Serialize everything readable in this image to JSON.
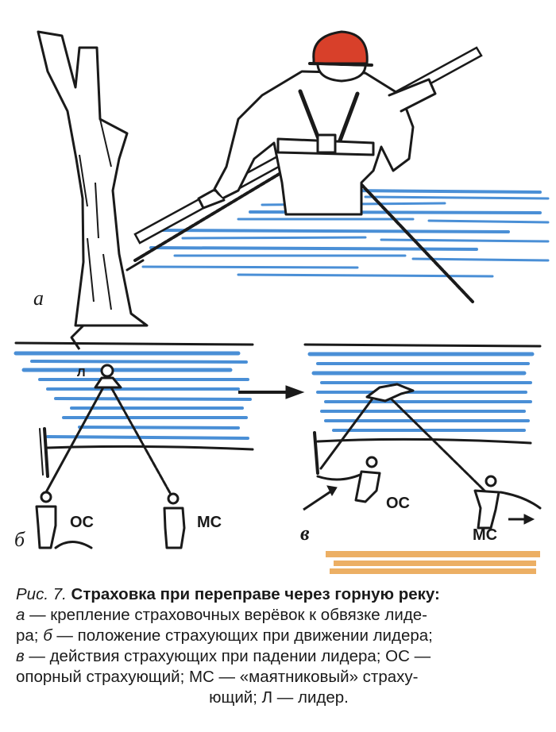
{
  "figure": {
    "labels": {
      "panel_a": "а",
      "panel_b": "б",
      "panel_v": "в",
      "leader": "Л",
      "os_b": "ОС",
      "ms_b": "МС",
      "os_v": "ОС",
      "ms_v": "МС"
    },
    "colors": {
      "water": "#4a8fd6",
      "sand": "#e9a24a",
      "helmet": "#d8402a",
      "ink": "#1a1a1a"
    }
  },
  "caption": {
    "fig_num": "Рис. 7.",
    "title": "Страховка при переправе через горную реку:",
    "l1_letter": "а",
    "l1_text": " — крепление страховочных верёвок к обвязке лиде-",
    "l2_text_a": "ра; ",
    "l2_letter": "б",
    "l2_text_b": " — положение страхующих при движении лидера;",
    "l3_letter": "в",
    "l3_text": " — действия страхующих при падении лидера; ОС —",
    "l4_text": "опорный страхующий; МС — «маятниковый» страху-",
    "l5_text": "ющий; Л — лидер."
  }
}
